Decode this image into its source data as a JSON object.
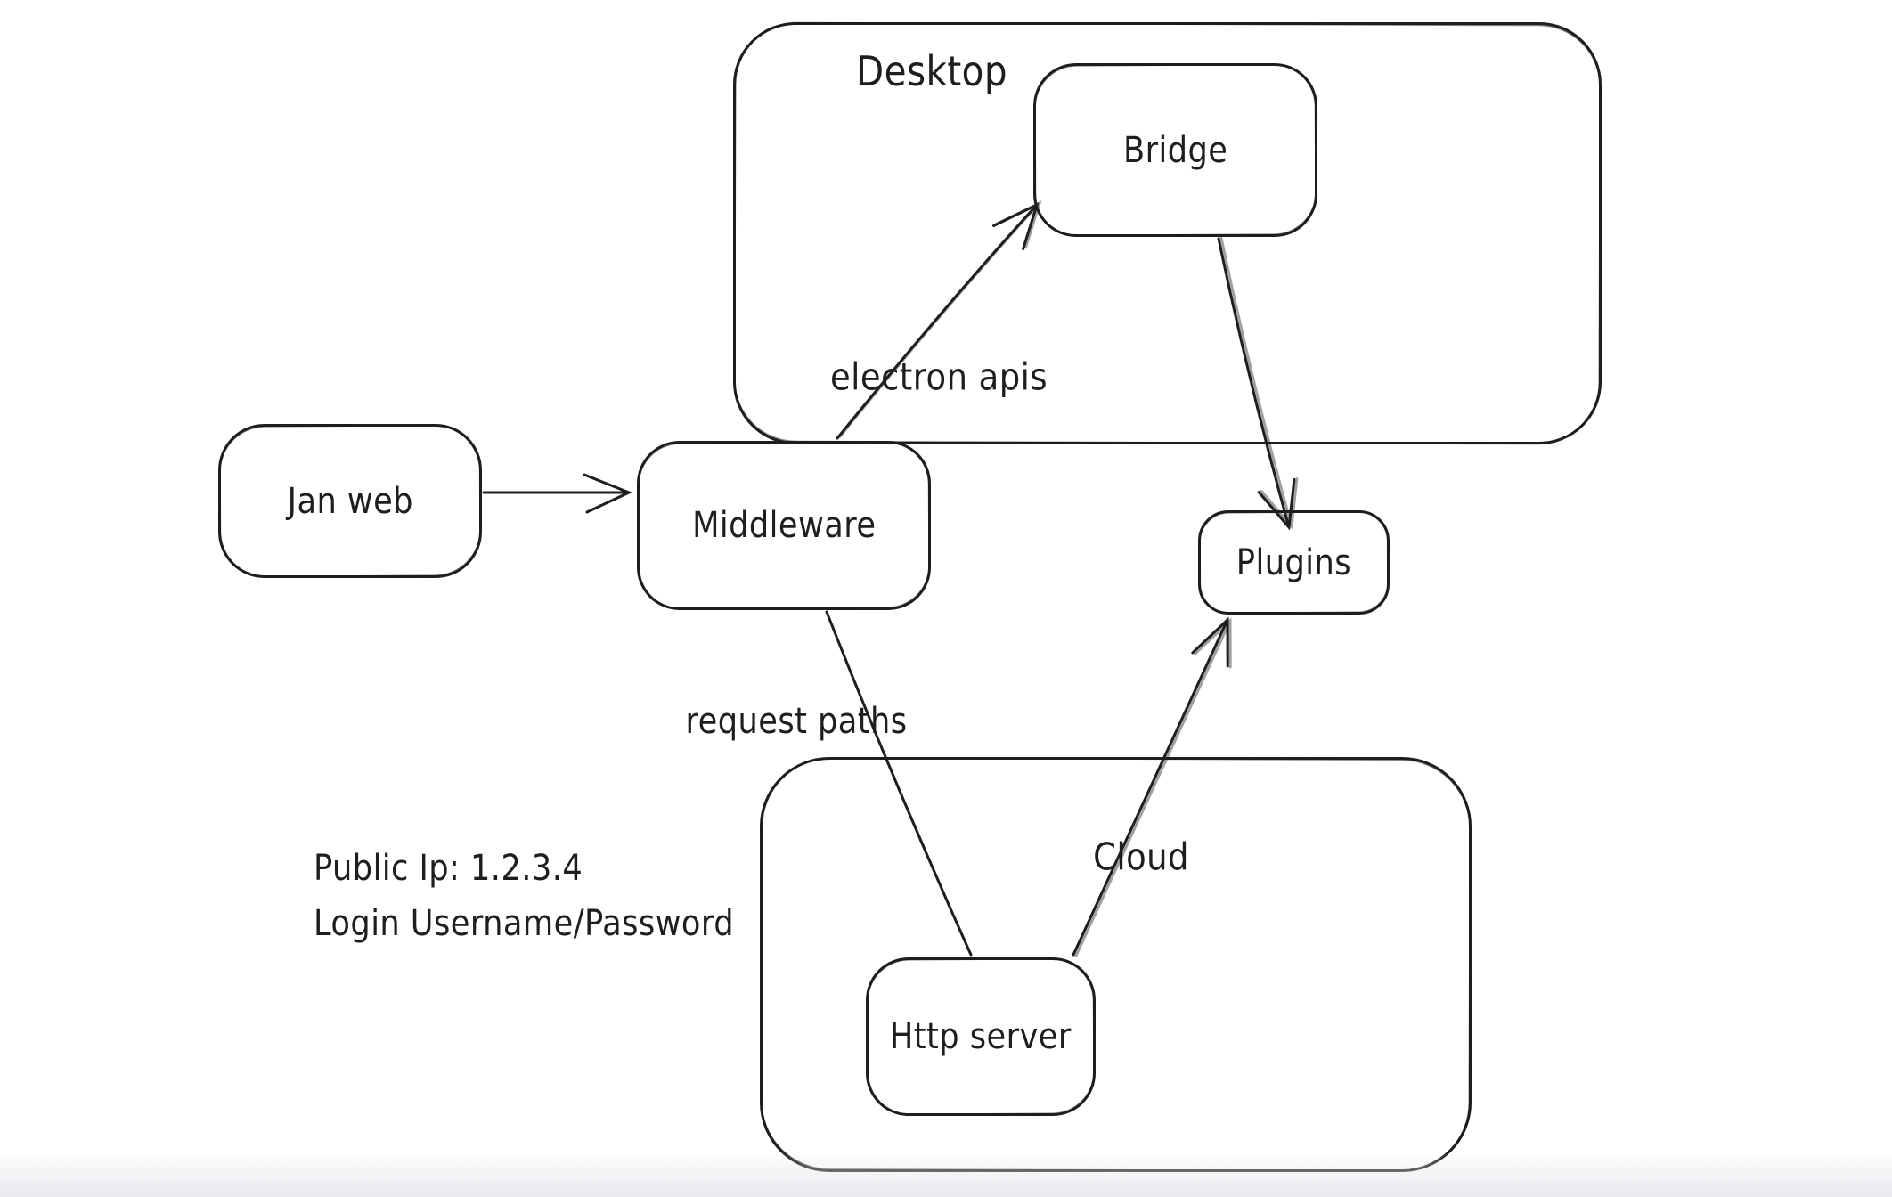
{
  "canvas": {
    "app": "whiteboard-diagram-canvas",
    "background_color": "#ffffff",
    "stroke_color": "#1e1e1e",
    "bottom_fade_color": "#ececee"
  },
  "diagram": {
    "containers": [
      {
        "id": "desktop",
        "label": "Desktop"
      },
      {
        "id": "cloud",
        "label": "Cloud"
      }
    ],
    "nodes": [
      {
        "id": "jan-web",
        "label": "Jan web"
      },
      {
        "id": "middleware",
        "label": "Middleware"
      },
      {
        "id": "bridge",
        "label": "Bridge"
      },
      {
        "id": "plugins",
        "label": "Plugins"
      },
      {
        "id": "http-server",
        "label": "Http server"
      }
    ],
    "edges": [
      {
        "from": "Jan web",
        "to": "Middleware",
        "label": "",
        "arrowhead": "end"
      },
      {
        "from": "Middleware",
        "to": "Bridge",
        "label": "electron apis",
        "arrowhead": "end"
      },
      {
        "from": "Bridge",
        "to": "Plugins",
        "label": "",
        "arrowhead": "end"
      },
      {
        "from": "Http server",
        "to": "Plugins",
        "label": "",
        "arrowhead": "end"
      },
      {
        "from": "Middleware",
        "to": "Http server",
        "label": "request paths",
        "arrowhead": "none"
      }
    ],
    "edge_labels": {
      "electron_apis": "electron apis",
      "request_paths": "request paths"
    },
    "note": {
      "line1": "Public Ip: 1.2.3.4",
      "line2": "Login Username/Password"
    }
  }
}
